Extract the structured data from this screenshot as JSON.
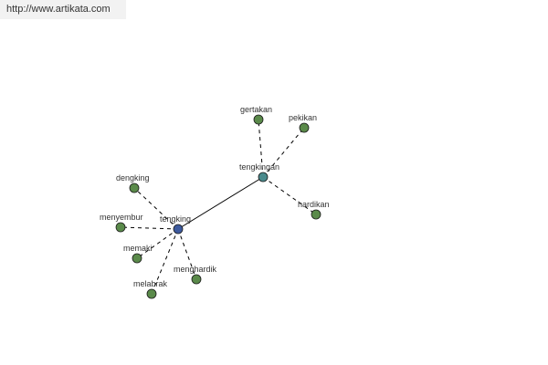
{
  "source_link": {
    "text": "http://www.artikata.com"
  },
  "colors": {
    "leaf": "#5a8a4a",
    "main": "#3d5a9e",
    "hub": "#4a8a8c",
    "edge": "#000000"
  },
  "graph": {
    "nodes": [
      {
        "id": "tengking",
        "label": "tengking",
        "kind": "main"
      },
      {
        "id": "tengkingan",
        "label": "tengkingan",
        "kind": "hub"
      },
      {
        "id": "gertakan",
        "label": "gertakan",
        "kind": "leaf"
      },
      {
        "id": "pekikan",
        "label": "pekikan",
        "kind": "leaf"
      },
      {
        "id": "hardikan",
        "label": "hardikan",
        "kind": "leaf"
      },
      {
        "id": "dengking",
        "label": "dengking",
        "kind": "leaf"
      },
      {
        "id": "menyembur",
        "label": "menyembur",
        "kind": "leaf"
      },
      {
        "id": "memaki",
        "label": "memaki",
        "kind": "leaf"
      },
      {
        "id": "melabrak",
        "label": "melabrak",
        "kind": "leaf"
      },
      {
        "id": "menghardik",
        "label": "menghardik",
        "kind": "leaf"
      }
    ],
    "edges": [
      {
        "from": "tengking",
        "to": "tengkingan",
        "style": "solid"
      },
      {
        "from": "tengkingan",
        "to": "gertakan",
        "style": "dashed"
      },
      {
        "from": "tengkingan",
        "to": "pekikan",
        "style": "dashed"
      },
      {
        "from": "tengkingan",
        "to": "hardikan",
        "style": "dashed"
      },
      {
        "from": "tengking",
        "to": "dengking",
        "style": "dashed"
      },
      {
        "from": "tengking",
        "to": "menyembur",
        "style": "dashed"
      },
      {
        "from": "tengking",
        "to": "memaki",
        "style": "dashed"
      },
      {
        "from": "tengking",
        "to": "melabrak",
        "style": "dashed"
      },
      {
        "from": "tengking",
        "to": "menghardik",
        "style": "dashed"
      }
    ]
  }
}
